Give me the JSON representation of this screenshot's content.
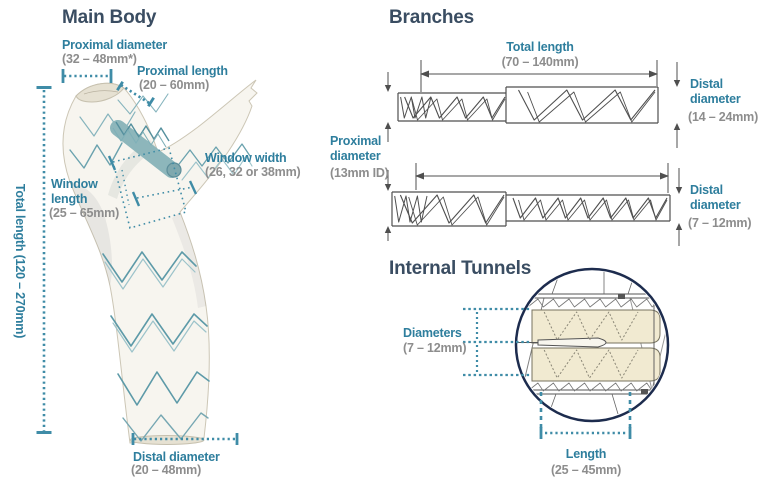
{
  "colors": {
    "accent_teal": "#2e7e9d",
    "title_slate": "#3a4d62",
    "value_gray": "#8d8d8d",
    "measure_teal": "#3f8ca7",
    "line_art_gray": "#4f4f4f",
    "circle_navy": "#1d2c4e",
    "tunnel_beige": "#f1ead1",
    "stent_teal": "#5d9aa8",
    "fabric_white": "#f7f5ef"
  },
  "main_body": {
    "title": "Main Body",
    "proximal_diameter": {
      "label": "Proximal diameter",
      "value": "(32 – 48mm*)"
    },
    "proximal_length": {
      "label": "Proximal length",
      "value": "(20 – 60mm)"
    },
    "window_width": {
      "label": "Window width",
      "value": "(26, 32 or 38mm)"
    },
    "window_length": {
      "label": "Window length",
      "value": "(25 – 65mm)"
    },
    "total_length": {
      "label": "Total length (120 – 270mm)"
    },
    "distal_diameter": {
      "label": "Distal diameter",
      "value": "(20 – 48mm)"
    }
  },
  "branches": {
    "title": "Branches",
    "total_length": {
      "label": "Total length",
      "value": "(70 – 140mm)"
    },
    "branch_upper_distal_diameter": {
      "label": "Distal diameter",
      "value": "(14 – 24mm)"
    },
    "proximal_diameter": {
      "label": "Proximal diameter",
      "value": "(13mm ID)"
    },
    "branch_lower_distal_diameter": {
      "label": "Distal diameter",
      "value": "(7 – 12mm)"
    }
  },
  "internal_tunnels": {
    "title": "Internal Tunnels",
    "diameters": {
      "label": "Diameters",
      "value": "(7 – 12mm)"
    },
    "length": {
      "label": "Length",
      "value": "(25 – 45mm)"
    }
  }
}
